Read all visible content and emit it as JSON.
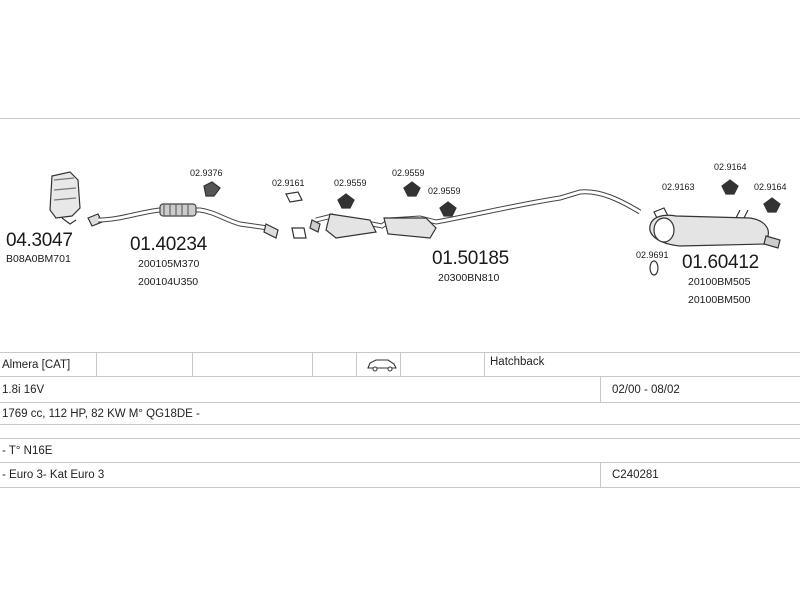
{
  "parts": {
    "cat_code": "04.3047",
    "cat_ref": "B08A0BM701",
    "front_pipe_code": "01.40234",
    "front_pipe_ref1": "200105M370",
    "front_pipe_ref2": "200104U350",
    "gasket_1": "02.9376",
    "gasket_2": "02.9161",
    "hanger_1": "02.9559",
    "hanger_2": "02.9559",
    "hanger_3": "02.9559",
    "mid_code": "01.50185",
    "mid_ref": "20300BN810",
    "clamp_1": "02.9163",
    "rear_hanger_1": "02.9164",
    "rear_hanger_2": "02.9164",
    "ring": "02.9691",
    "rear_code": "01.60412",
    "rear_ref1": "20100BM505",
    "rear_ref2": "20100BM500"
  },
  "vehicle": {
    "model": "Almera  [CAT]",
    "body": "Hatchback",
    "engine": "1.8i 16V",
    "years": "02/00 - 08/02",
    "specs": "1769 cc, 112 HP, 82 KW M° QG18DE -",
    "type": "- T° N16E",
    "emission": "- Euro 3- Kat Euro 3",
    "code": "C240281"
  },
  "icons": {
    "car": "car-icon"
  }
}
